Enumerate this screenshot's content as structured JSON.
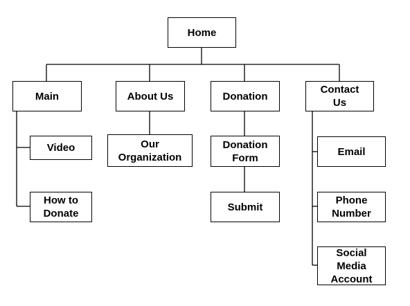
{
  "diagram": {
    "root": {
      "label": "Home"
    },
    "sections": [
      {
        "label": "Main",
        "children": [
          {
            "label": "Video"
          },
          {
            "label": "How to\nDonate"
          }
        ]
      },
      {
        "label": "About Us",
        "children": [
          {
            "label": "Our\nOrganization"
          }
        ]
      },
      {
        "label": "Donation",
        "children": [
          {
            "label": "Donation\nForm"
          },
          {
            "label": "Submit"
          }
        ]
      },
      {
        "label": "Contact\nUs",
        "children": [
          {
            "label": "Email"
          },
          {
            "label": "Phone\nNumber"
          },
          {
            "label": "Social\nMedia\nAccount"
          }
        ]
      }
    ]
  },
  "colors": {
    "line": "#000000",
    "box_border": "#000000",
    "box_fill": "#ffffff",
    "text": "#000000"
  }
}
